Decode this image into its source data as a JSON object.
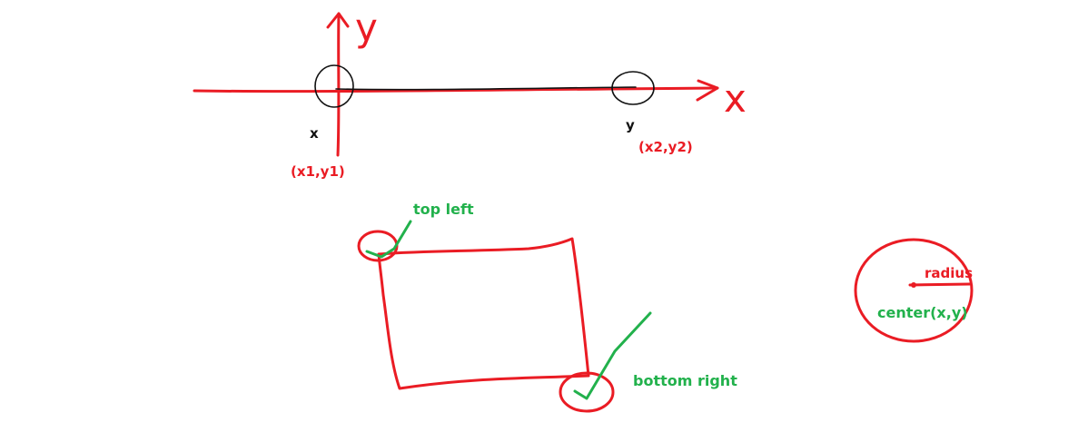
{
  "colors": {
    "red": "#ea1c24",
    "black": "#111111",
    "green": "#22b14c",
    "background": "#ffffff"
  },
  "line_diagram": {
    "axis_x_label": "x",
    "axis_y_label": "y",
    "point1_name": "x",
    "point2_name": "y",
    "point1_coords": "(x1,y1)",
    "point2_coords": "(x2,y2)"
  },
  "rectangle_diagram": {
    "top_left_label": "top left",
    "bottom_right_label": "bottom right"
  },
  "circle_diagram": {
    "radius_label": "radius",
    "center_label": "center(x,y)"
  }
}
